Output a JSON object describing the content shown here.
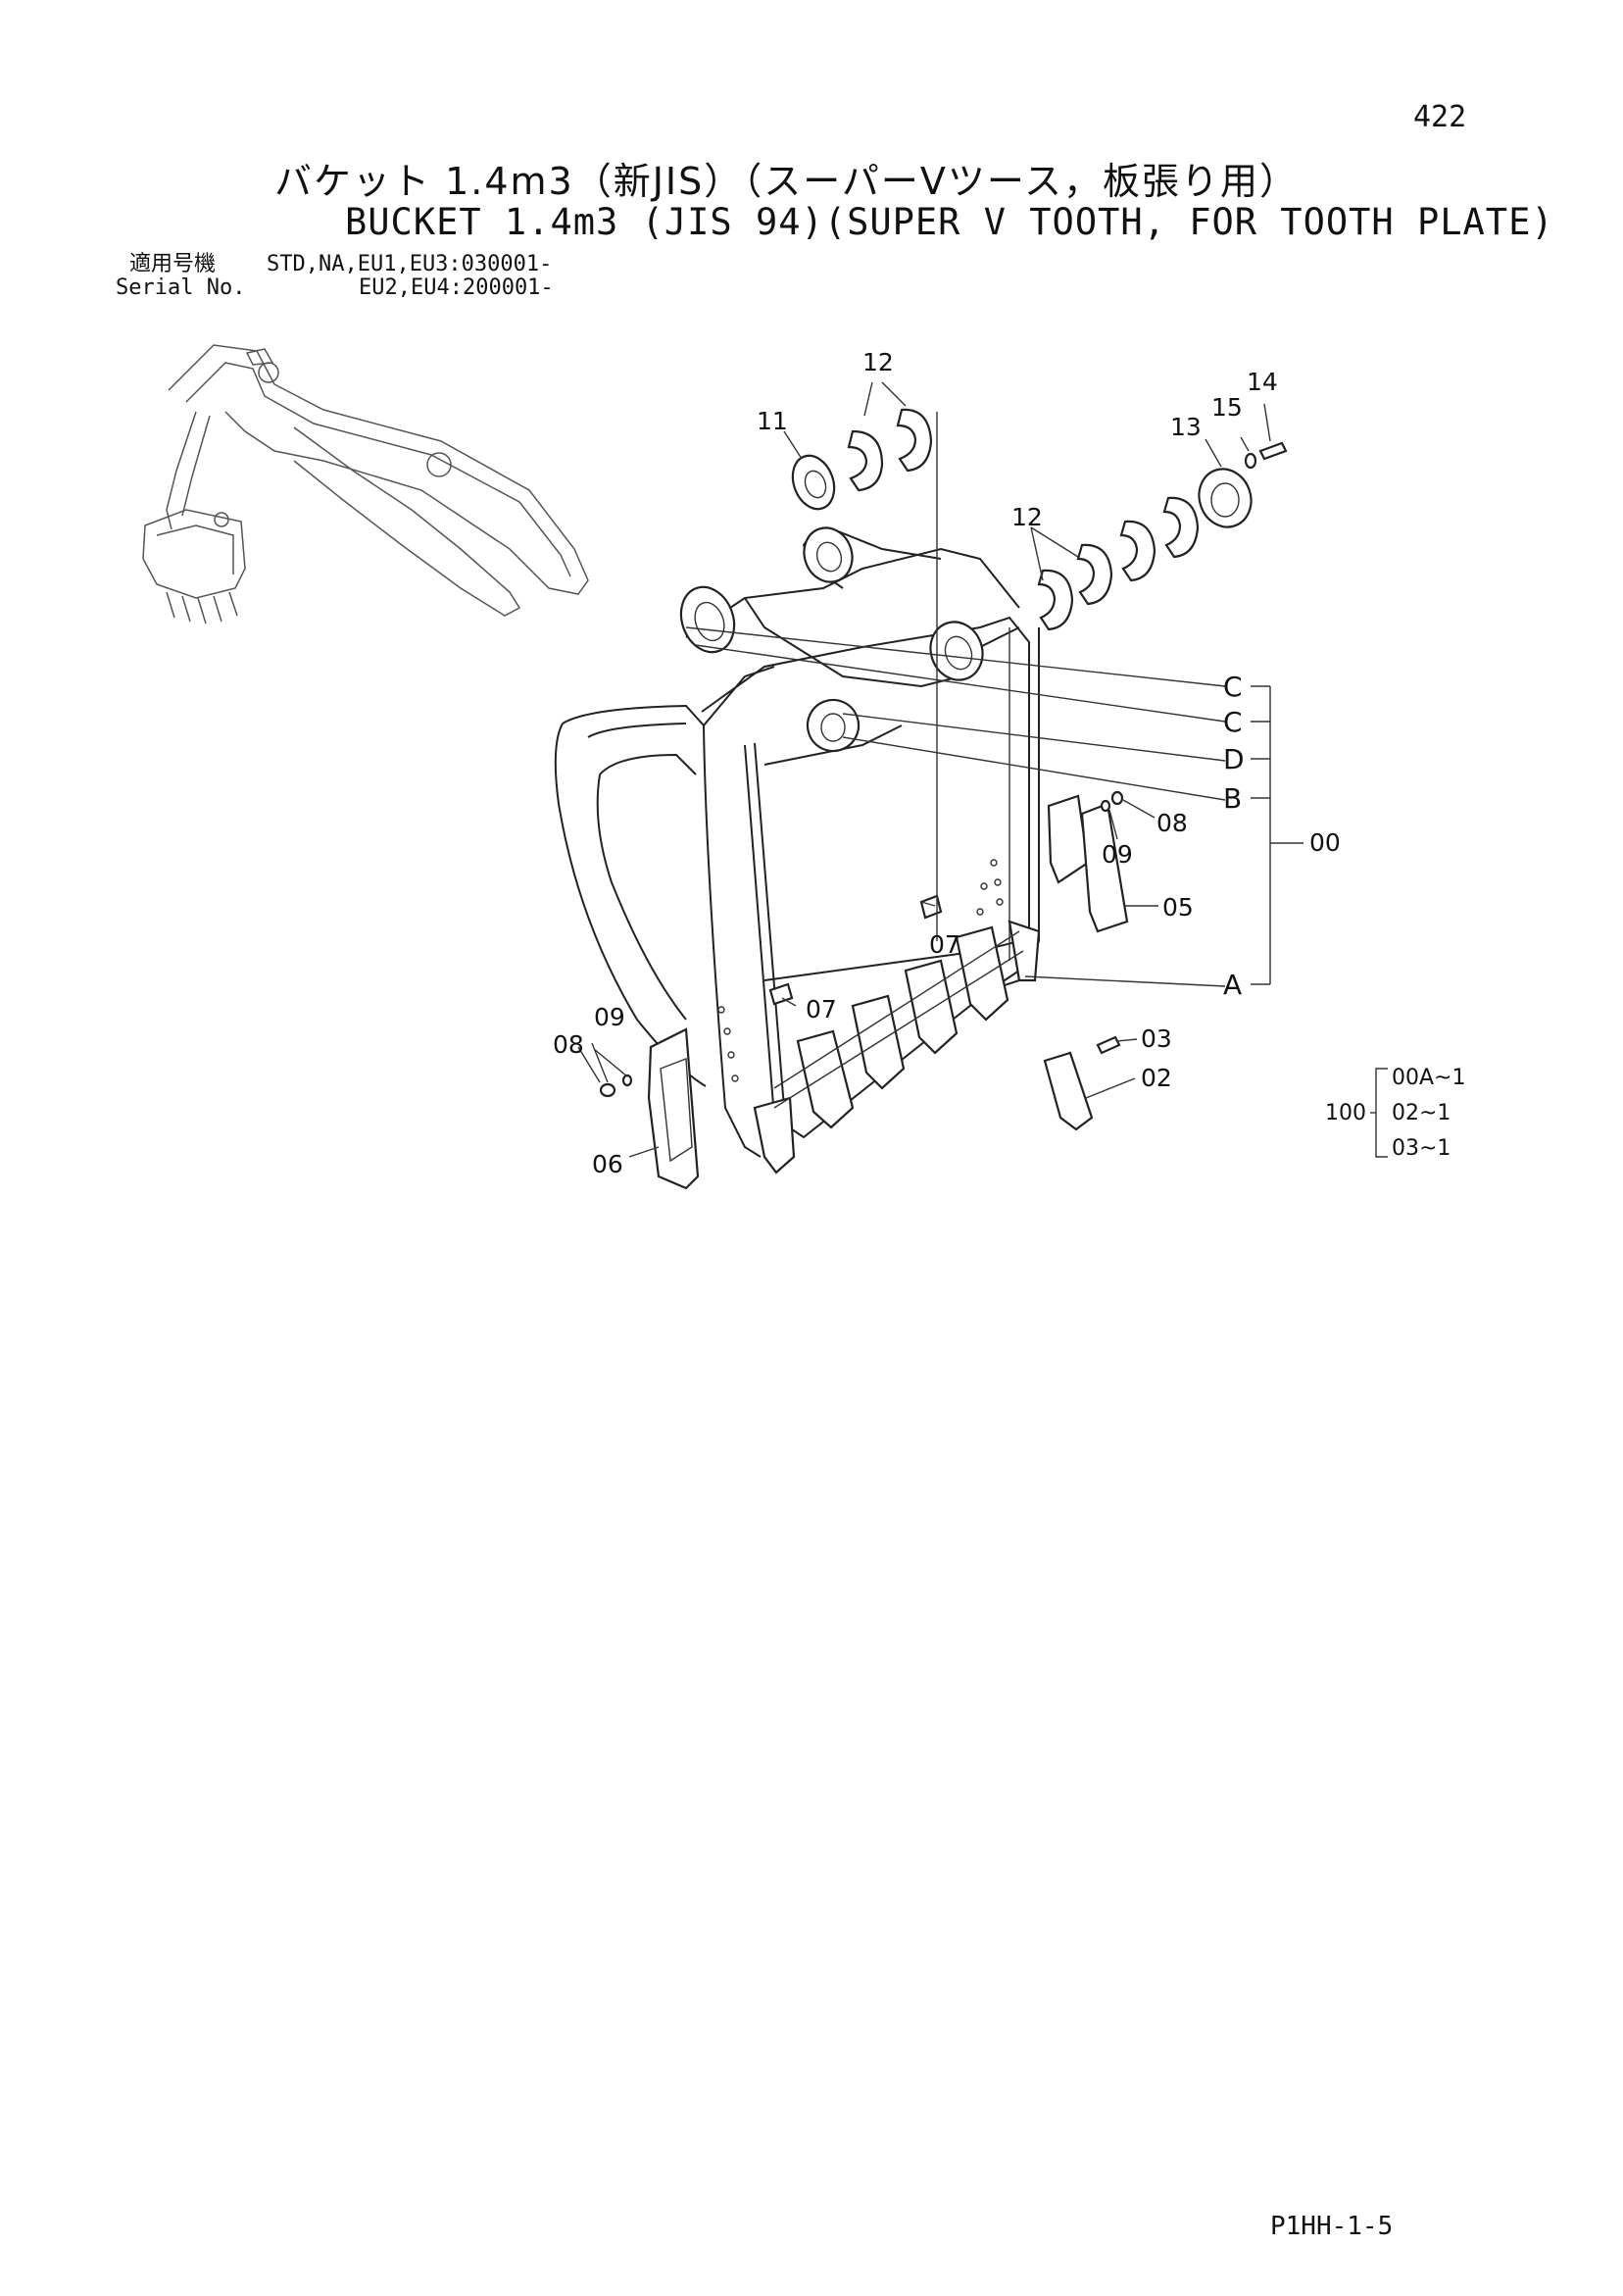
{
  "page": {
    "page_number": "422",
    "title_jp": "バケット 1.4m3（新JIS）（スーパーVツース，板張り用）",
    "title_en": "BUCKET 1.4m3 (JIS 94)(SUPER V TOOTH, FOR TOOTH PLATE)",
    "serial_label_jp": "適用号機",
    "serial_label_en": "Serial No.",
    "serial_row1": "STD,NA,EU1,EU3:030001-",
    "serial_row2": "EU2,EU4:200001-",
    "footer_code": "P1HH-1-5"
  },
  "callouts": {
    "c12_top": "12",
    "c11": "11",
    "c14": "14",
    "c15": "15",
    "c13": "13",
    "c12_mid": "12",
    "refC1": "C",
    "refC2": "C",
    "refD": "D",
    "refB": "B",
    "refA": "A",
    "c00": "00",
    "c08_right": "08",
    "c09_right": "09",
    "c05": "05",
    "c07_right": "07",
    "c07_left": "07",
    "c03": "03",
    "c02": "02",
    "c09_left": "09",
    "c08_left": "08",
    "c06": "06"
  },
  "kit": {
    "number": "100",
    "items": [
      "00A~1",
      "02~1",
      "03~1"
    ]
  }
}
